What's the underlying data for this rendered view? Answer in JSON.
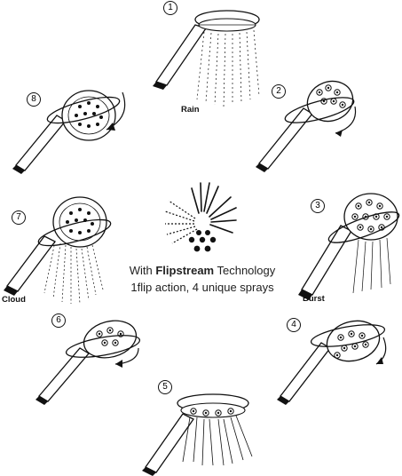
{
  "steps": [
    {
      "number": "1"
    },
    {
      "number": "2"
    },
    {
      "number": "3"
    },
    {
      "number": "4"
    },
    {
      "number": "5"
    },
    {
      "number": "6"
    },
    {
      "number": "7"
    },
    {
      "number": "8"
    }
  ],
  "spray_labels": {
    "rain": "Rain",
    "burst": "Burst",
    "cloud": "Cloud"
  },
  "caption": {
    "line1_pre": "With ",
    "brand": "Flipstream",
    "line1_post": " Technology",
    "line2": "1flip action, 4 unique sprays"
  },
  "icon": "spray-modes-icon",
  "colors": {
    "ink": "#111111",
    "fill": "#ffffff"
  }
}
